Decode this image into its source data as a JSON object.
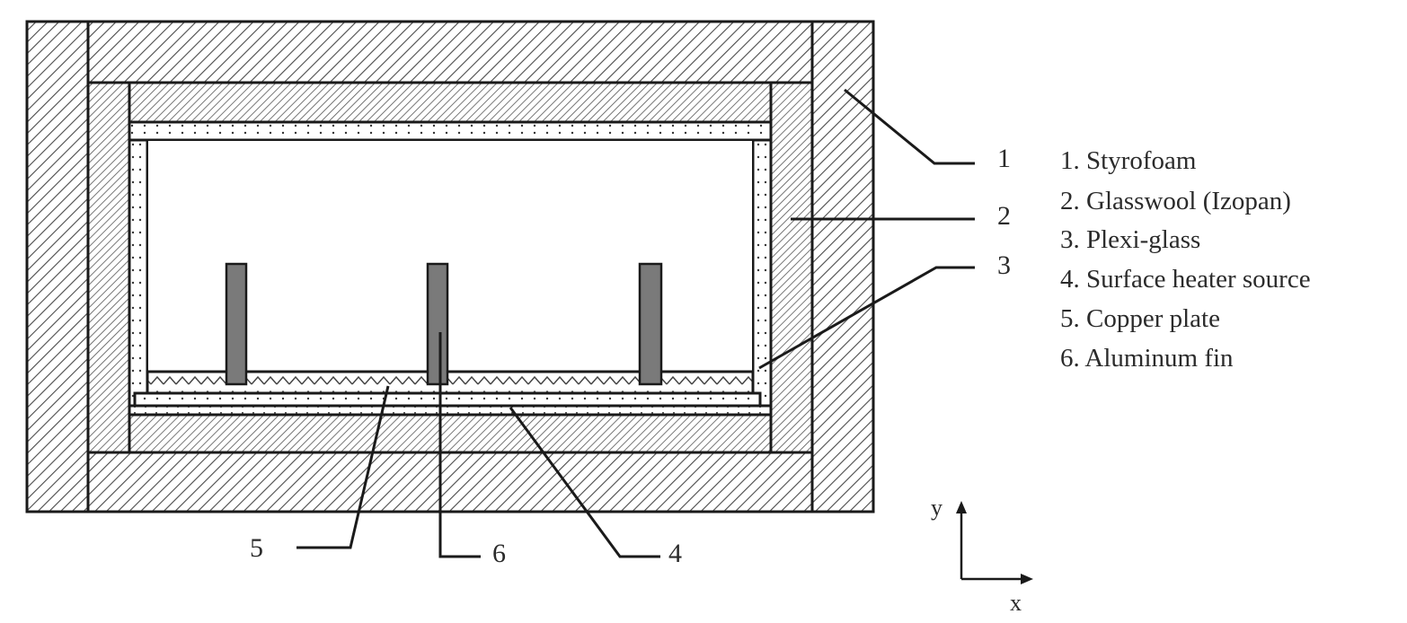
{
  "callouts": {
    "c1": "1",
    "c2": "2",
    "c3": "3",
    "c4": "4",
    "c5": "5",
    "c6": "6"
  },
  "legend": [
    "1. Styrofoam",
    "2. Glasswool (Izopan)",
    "3. Plexi-glass",
    "4. Surface heater source",
    "5. Copper plate",
    "6. Aluminum fin"
  ],
  "axes": {
    "x": "x",
    "y": "y"
  },
  "colors": {
    "line": "#1a1a1a",
    "hatch": "#4a4a4a",
    "fin": "#7a7a7a",
    "text": "#2b2b2b"
  }
}
